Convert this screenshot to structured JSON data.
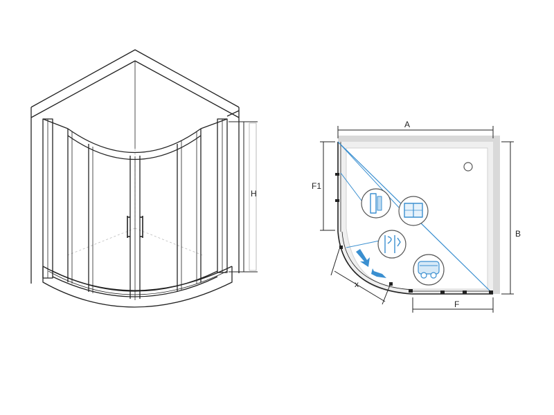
{
  "labels": {
    "height": "H",
    "width": "A",
    "depth": "B",
    "fixed_panel_side": "F1",
    "fixed_panel_front": "F",
    "door_opening": "x"
  },
  "colors": {
    "line": "#222222",
    "accent": "#3a8fd0",
    "tray": "#d9d9d9"
  },
  "icons": [
    "profile-detail-icon",
    "glass-panel-icon",
    "magnetic-seal-icon",
    "roller-carriage-icon"
  ]
}
